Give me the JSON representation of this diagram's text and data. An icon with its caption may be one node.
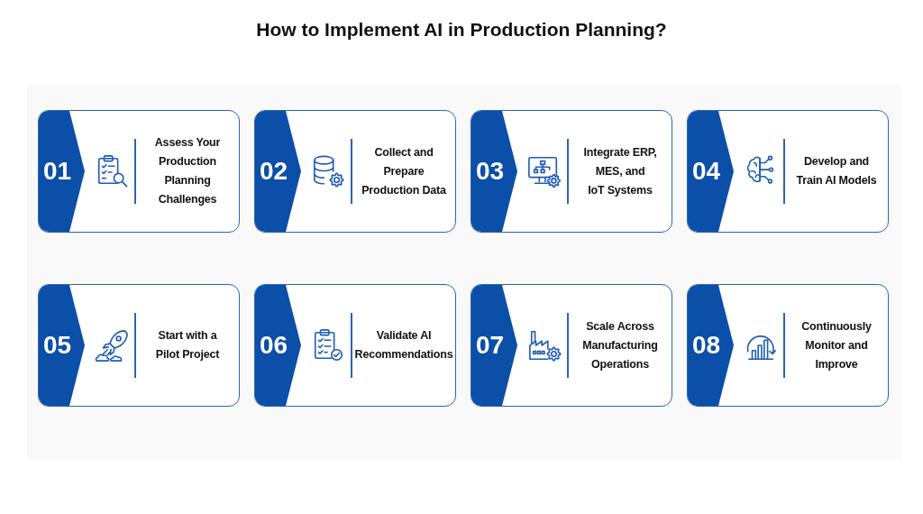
{
  "diagram": {
    "title": "How to Implement AI in Production Planning?",
    "nodes": [
      {
        "text": [
          "01",
          "Assess Your Production Planning Challenges"
        ]
      },
      {
        "text": [
          "02",
          "Collect and Prepare Production Data"
        ]
      },
      {
        "text": [
          "03",
          "Integrate ERP, MES, and IoT Systems"
        ]
      },
      {
        "text": [
          "04",
          "Develop and Train AI Models"
        ]
      },
      {
        "text": [
          "05",
          "Start with a Pilot Project"
        ]
      },
      {
        "text": [
          "06",
          "Validate AI Recommendations"
        ]
      },
      {
        "text": [
          "07",
          "Scale Across Manufacturing Operations"
        ]
      },
      {
        "text": [
          "08",
          "Continuously Monitor and Improve"
        ]
      }
    ]
  }
}
